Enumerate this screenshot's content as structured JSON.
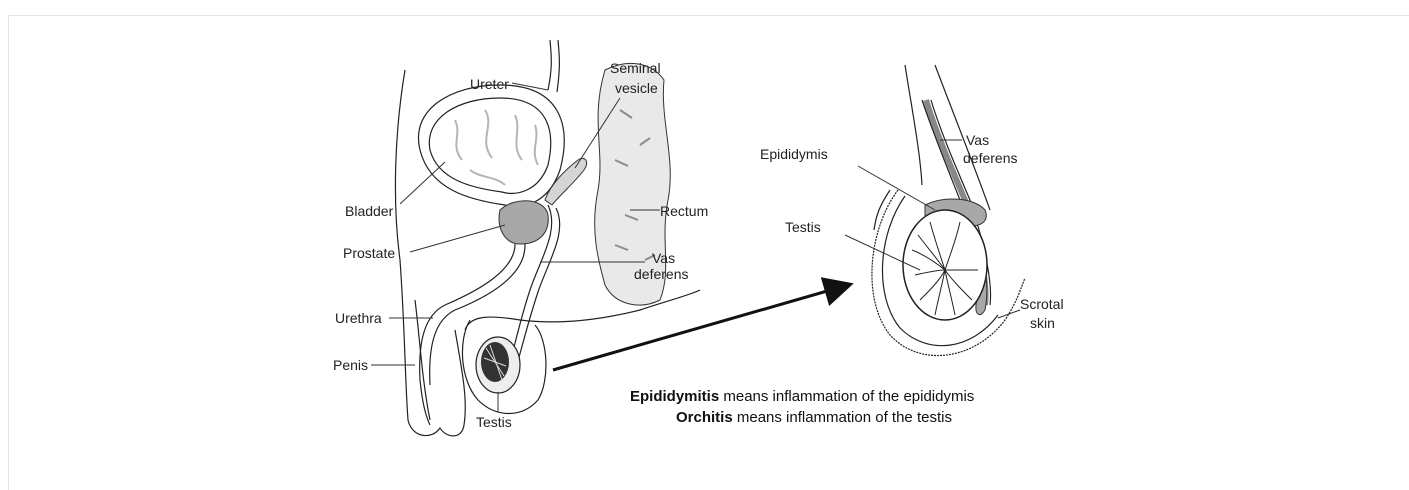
{
  "labels": {
    "ureter": "Ureter",
    "seminal_vesicle_1": "Seminal",
    "seminal_vesicle_2": "vesicle",
    "bladder": "Bladder",
    "rectum": "Rectum",
    "prostate": "Prostate",
    "vas_deferens_left_1": "Vas",
    "vas_deferens_left_2": "deferens",
    "urethra": "Urethra",
    "penis": "Penis",
    "testis_left": "Testis",
    "epididymis": "Epididymis",
    "vas_deferens_right_1": "Vas",
    "vas_deferens_right_2": "deferens",
    "testis_right": "Testis",
    "scrotal_skin_1": "Scrotal",
    "scrotal_skin_2": "skin"
  },
  "caption": {
    "line1_bold": "Epididymitis",
    "line1_rest": " means inflammation of the epididymis",
    "line2_bold": "Orchitis",
    "line2_rest": " means inflammation of the testis"
  },
  "colors": {
    "organ_fill": "#a8a8a8",
    "rectum_fill": "#e9e9e9",
    "outline": "#222222"
  }
}
